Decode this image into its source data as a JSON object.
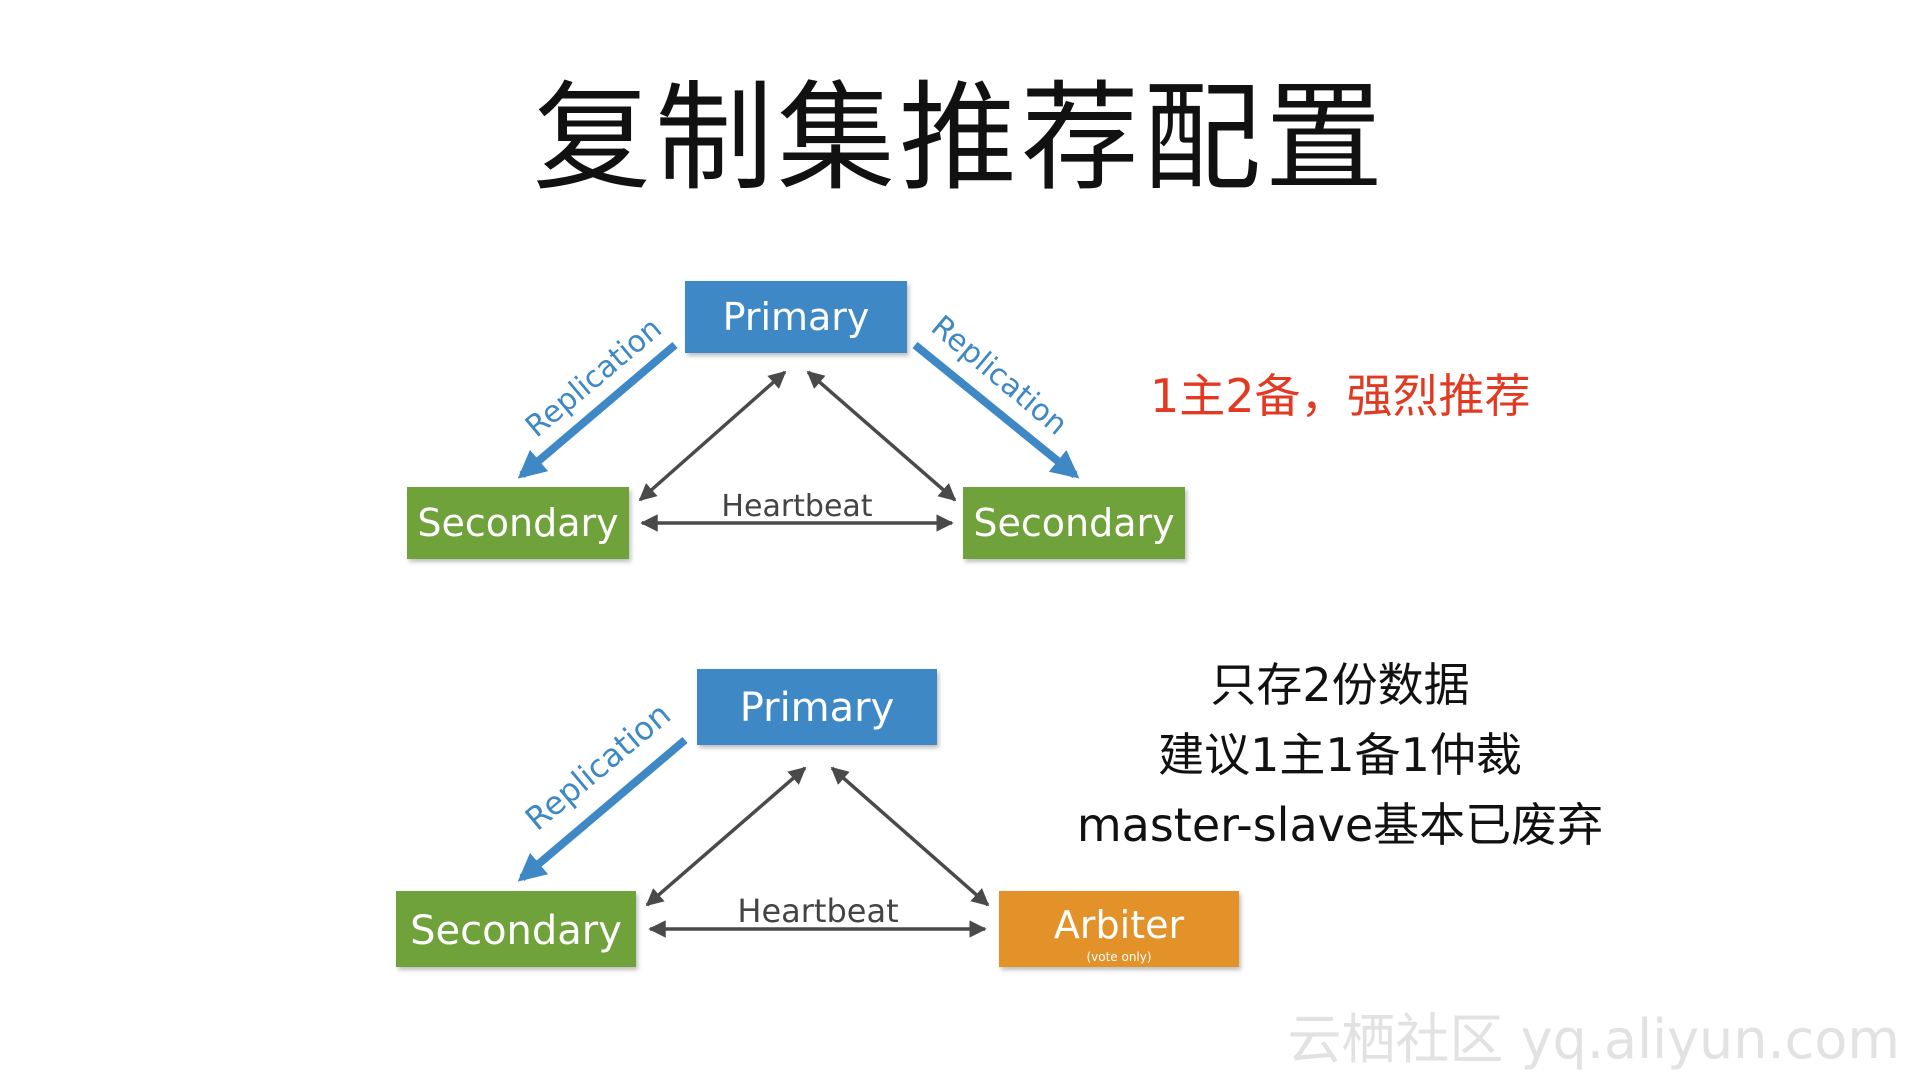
{
  "title": "复制集推荐配置",
  "colors": {
    "primary": "#3d88c5",
    "secondary": "#70a23a",
    "arbiter": "#e3922c",
    "arrow": "#4a4a4a",
    "note_red": "#e23a22"
  },
  "diagram_top": {
    "primary_label": "Primary",
    "secondary_left_label": "Secondary",
    "secondary_right_label": "Secondary",
    "heartbeat_label": "Heartbeat",
    "replication_left_label": "Replication",
    "replication_right_label": "Replication"
  },
  "diagram_bottom": {
    "primary_label": "Primary",
    "secondary_label": "Secondary",
    "arbiter_label": "Arbiter",
    "arbiter_sublabel": "(vote only)",
    "heartbeat_label": "Heartbeat",
    "replication_label": "Replication"
  },
  "notes": {
    "recommend": "1主2备，强烈推荐",
    "line1": "只存2份数据",
    "line2": "建议1主1备1仲裁",
    "line3": "master-slave基本已废弃"
  },
  "watermark": "云栖社区 yq.aliyun.com"
}
